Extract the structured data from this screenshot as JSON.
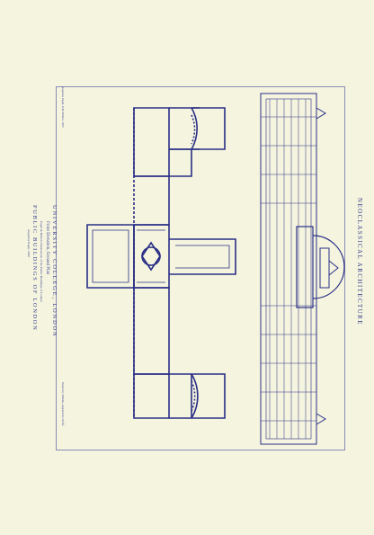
{
  "plate": {
    "series_heading": "Neoclassical Architecture",
    "college_title": "University College, London",
    "elevation_caption": "Front Elevation, Ground Plan",
    "body_caption": "Pugin & Britton, Illustrations of the Public Buildings of London",
    "book_title": "Public Buildings of London",
    "plate_ref": "Augustus Pugin, 1825",
    "credit_left": "Augustus Pugin, John Britton, 1825",
    "credit_right": "Drawn by Wilkins, engraved by Roffe"
  },
  "colors": {
    "paper": "#f4f4df",
    "ink": "#2a2f86"
  }
}
